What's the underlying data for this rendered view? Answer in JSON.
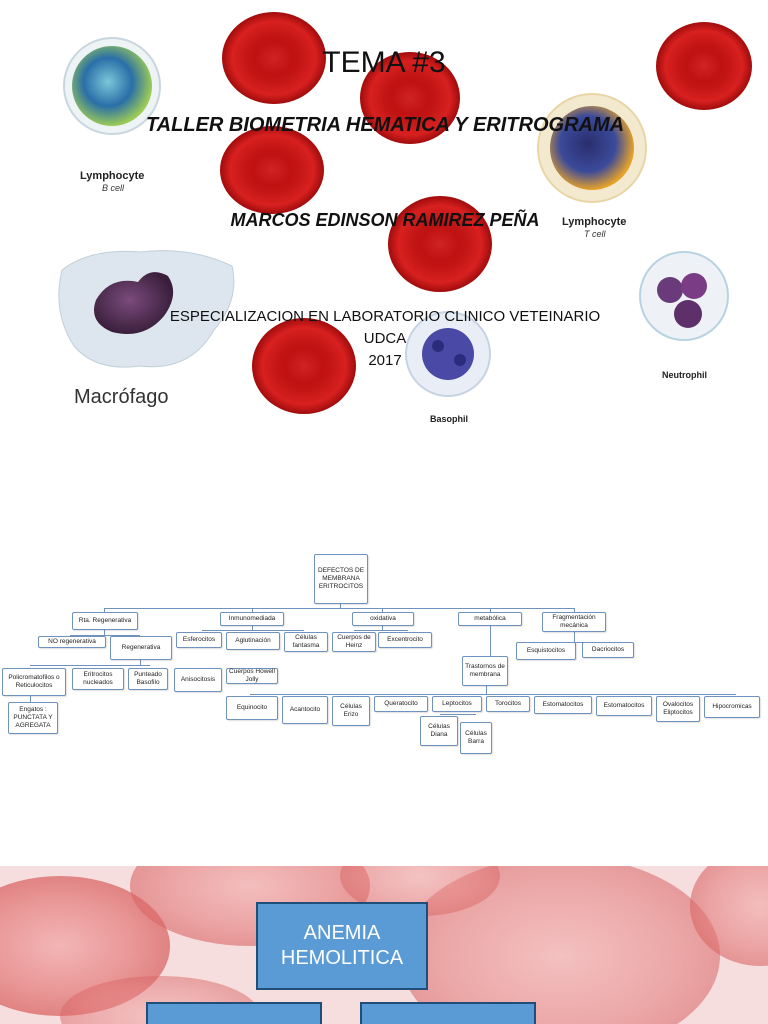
{
  "slide1": {
    "tema": "TEMA #3",
    "taller": "TALLER BIOMETRIA HEMATICA Y ERITROGRAMA",
    "author": "MARCOS EDINSON RAMIREZ PEÑA",
    "esp_line1": "ESPECIALIZACION EN LABORATORIO CLINICO VETEINARIO",
    "esp_line2": "UDCA",
    "esp_line3": "2017",
    "captions": {
      "lymph_b": "Lymphocyte",
      "lymph_b_sub": "B cell",
      "lymph_t": "Lymphocyte",
      "lymph_t_sub": "T cell",
      "macro": "Macrófago",
      "neutro": "Neutrophil",
      "baso": "Basophil"
    }
  },
  "slide2": {
    "root": "DEFECTOS DE MEMBRANA ERITROCITOS",
    "rta": "Rta. Regenerativa",
    "no_regen": "NO regenerativa",
    "regen": "Regenerativa",
    "policro": "Policromatofilos o Reticulocitos",
    "eritro_nuc": "Eritrocitos nucleados",
    "punteado": "Punteado Basofilo",
    "engatos": "Engatos : PUNCTATA Y AGREGATA",
    "inmuno": "Inmunomediada",
    "esfero": "Esferocitos",
    "aglut": "Aglutinación",
    "fantasma": "Células fantasma",
    "aniso": "Anisocitosis",
    "howell": "Cuerpos Howell Jolly",
    "oxid": "oxidativa",
    "heinz": "Cuerpos de Heinz",
    "excen": "Excentrocito",
    "metab": "metabólica",
    "trast": "Trastornos de membrana",
    "frag": "Fragmentación mecánica",
    "esquisto": "Esquistocitos",
    "dacrio": "Dacriocitos",
    "equino": "Equinocito",
    "acanto": "Acantocito",
    "erizo": "Células Erizo",
    "querato": "Queratocito",
    "lepto": "Leptocitos",
    "toro": "Torocitos",
    "estoma1": "Estomatocitos",
    "estoma2": "Estomatocitos",
    "ovalo": "Ovalocitos Eliptocitos",
    "hipo": "Hipocromicas",
    "diana": "Células Diana",
    "barra": "Células Barra"
  },
  "slide3": {
    "title_line1": "ANEMIA",
    "title_line2": "HEMOLITICA"
  },
  "colors": {
    "rbc": "#d01818",
    "node_border": "#6f93bd",
    "box_fill": "#5b9bd5",
    "box_border": "#1f4e79"
  }
}
